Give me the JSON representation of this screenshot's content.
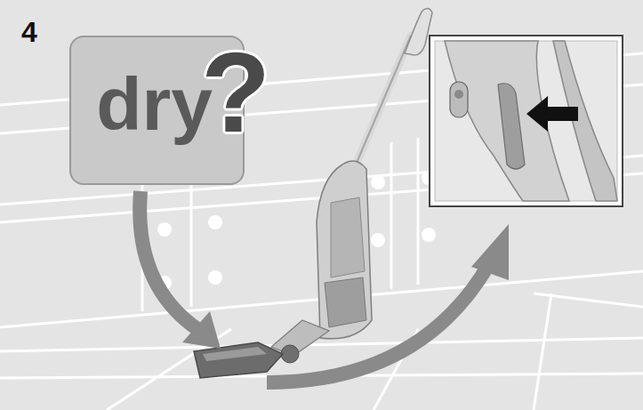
{
  "diagram": {
    "nodes": [
      {
        "text": [
          "dry"
        ]
      }
    ],
    "labels": [
      "4",
      "?"
    ]
  }
}
